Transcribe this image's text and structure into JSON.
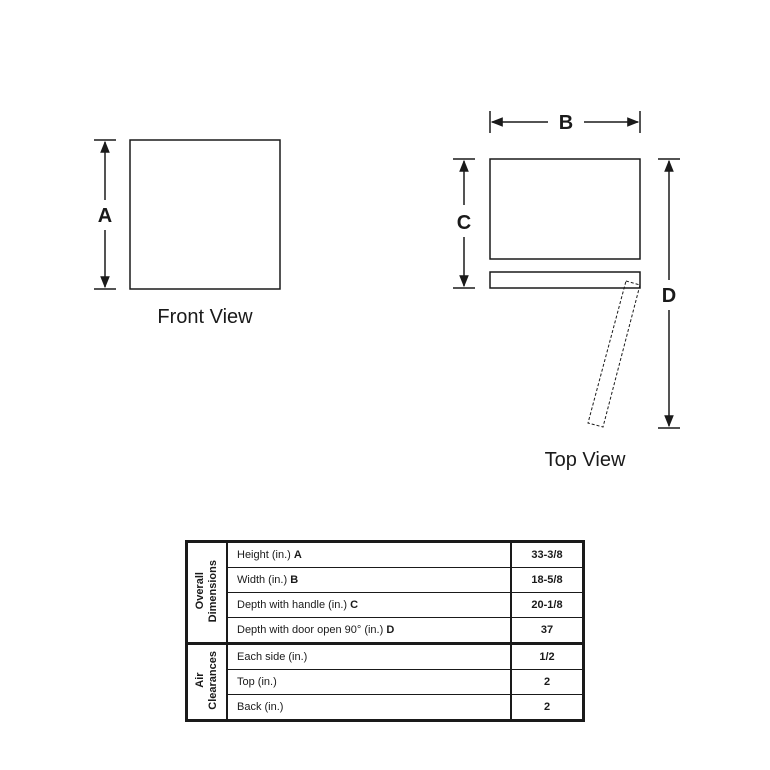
{
  "front_view": {
    "label": "A",
    "caption": "Front View"
  },
  "top_view": {
    "width_label": "B",
    "depth_label": "C",
    "open_label": "D",
    "caption": "Top View"
  },
  "table": {
    "groups": [
      {
        "title": "Overall\nDimensions",
        "rows": [
          {
            "label": "Height (in.) ",
            "letter": "A",
            "value": "33-3/8"
          },
          {
            "label": "Width (in.) ",
            "letter": "B",
            "value": "18-5/8"
          },
          {
            "label": "Depth with handle (in.) ",
            "letter": "C",
            "value": "20-1/8"
          },
          {
            "label": "Depth with door open 90° (in.) ",
            "letter": "D",
            "value": "37"
          }
        ]
      },
      {
        "title": "Air\nClearances",
        "rows": [
          {
            "label": "Each side (in.)",
            "letter": "",
            "value": "1/2"
          },
          {
            "label": "Top (in.)",
            "letter": "",
            "value": "2"
          },
          {
            "label": "Back (in.)",
            "letter": "",
            "value": "2"
          }
        ]
      }
    ]
  }
}
